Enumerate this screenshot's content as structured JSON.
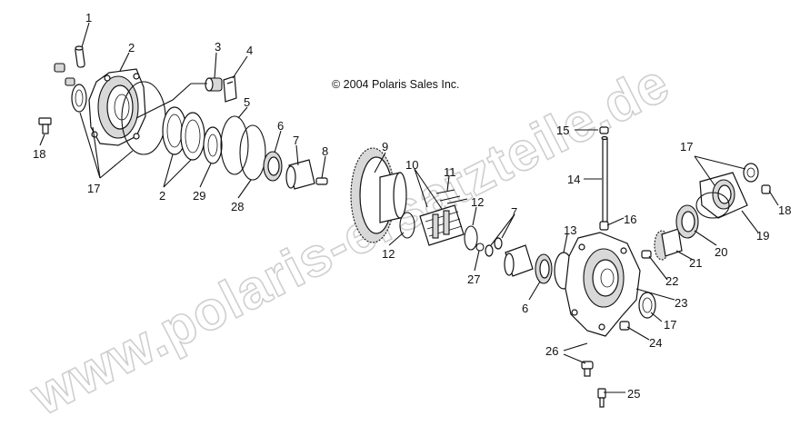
{
  "copyright": "© 2004 Polaris Sales Inc.",
  "watermark": "www.polaris-ersatzteile.de",
  "callouts": [
    "1",
    "2",
    "3",
    "4",
    "17",
    "18",
    "2",
    "29",
    "5",
    "28",
    "6",
    "7",
    "8",
    "9",
    "10",
    "11",
    "12",
    "12",
    "27",
    "7",
    "6",
    "13",
    "15",
    "14",
    "16",
    "17",
    "18",
    "19",
    "20",
    "21",
    "22",
    "23",
    "17",
    "24",
    "26",
    "25"
  ]
}
